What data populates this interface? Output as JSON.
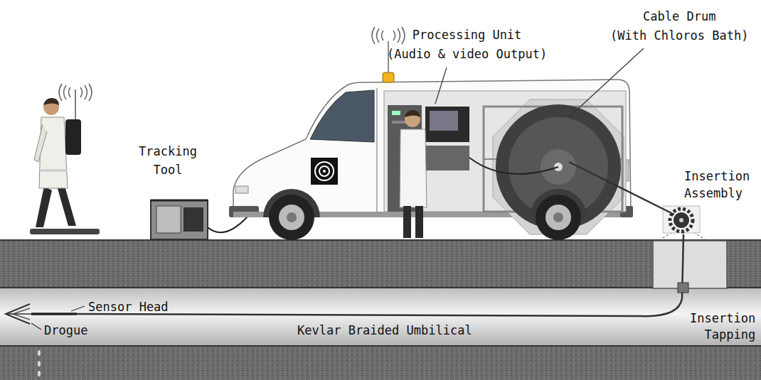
{
  "diagram": {
    "labels": [
      "Processing Unit (Audio & video Output)",
      "Cable Drum (With Chloros Bath)",
      "Tracking Tool",
      "Insertion Assembly",
      "Sensor Head",
      "Drogue",
      "Kevlar Braided Umbilical",
      "Insertion Tapping"
    ]
  }
}
